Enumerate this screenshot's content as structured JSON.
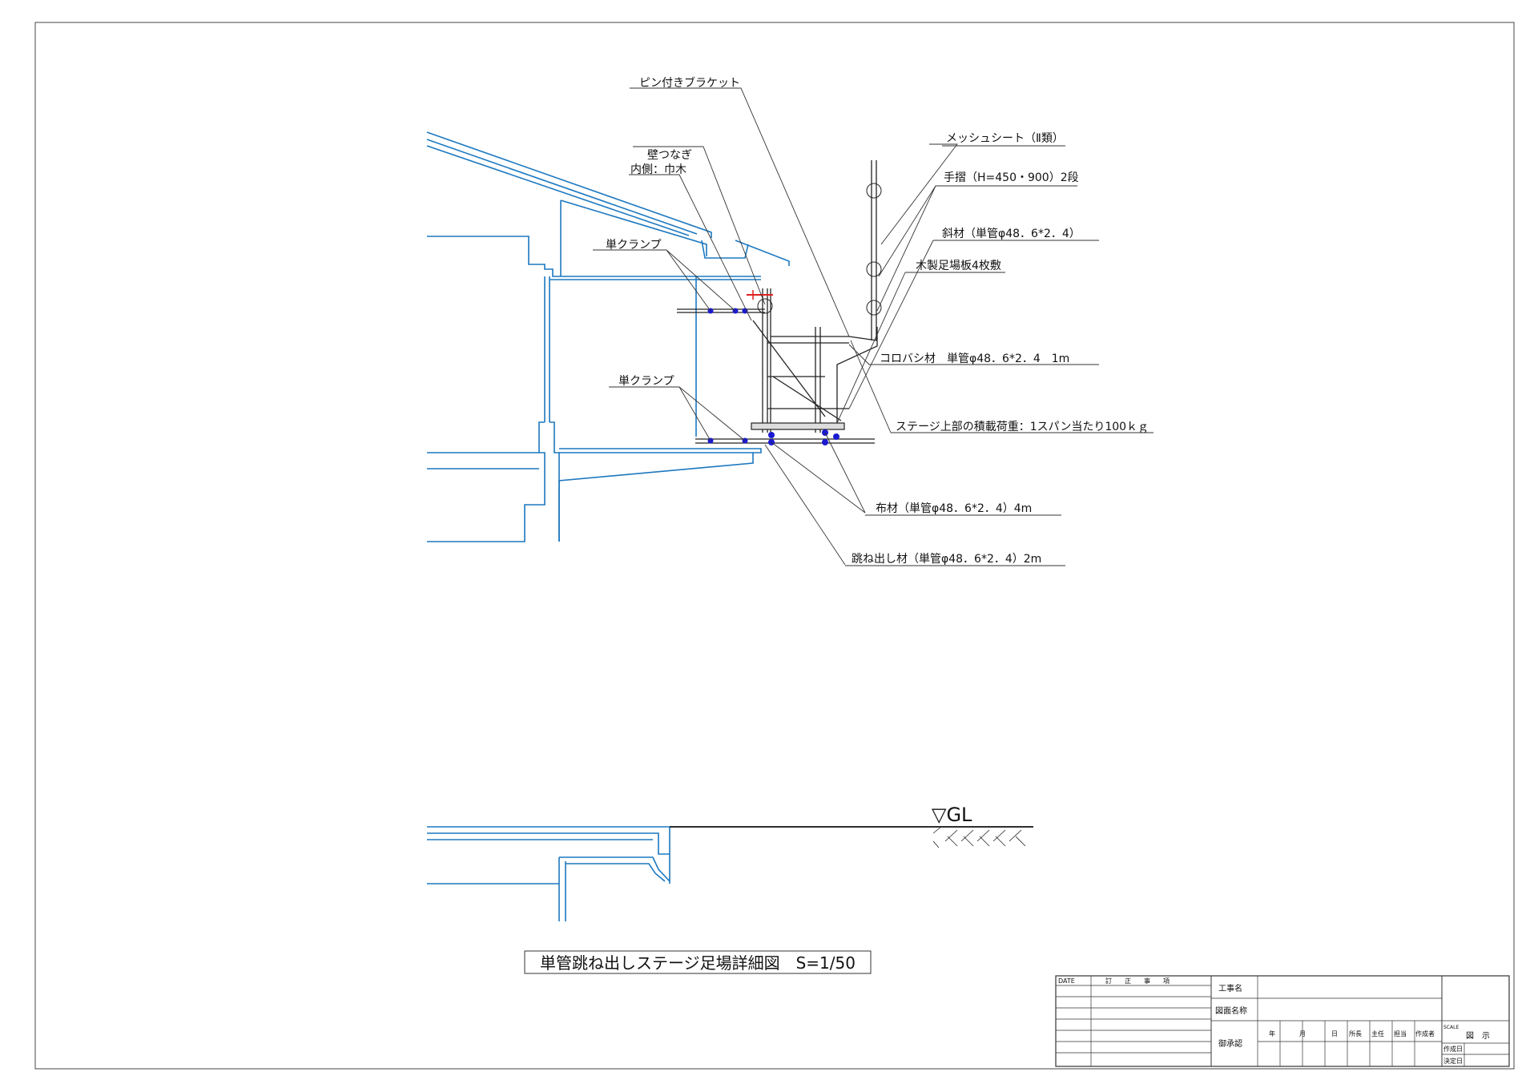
{
  "labels": {
    "pin_bracket": "ピン付きブラケット",
    "wall_tie": "壁つなぎ",
    "inner_skirting": "内側：巾木",
    "single_clamp_1": "単クランプ",
    "single_clamp_2": "単クランプ",
    "mesh_sheet": "メッシュシート（Ⅱ類）",
    "handrail": "手摺（H=450・900）2段",
    "diagonal": "斜材（単管φ48．6*2．4）",
    "wood_board": "木製足場板4枚敷",
    "korobashi": "コロバシ材　単管φ48．6*2．4　1m",
    "stage_load": "ステージ上部の積載荷重：1スパン当たり100ｋｇ",
    "nunozai": "布材（単管φ48．6*2．4）4m",
    "hanedashi": "跳ね出し材（単管φ48．6*2．4）2m"
  },
  "gl_label": "▽GL",
  "drawing_title": "単管跳ね出しステージ足場詳細図　S=1/50",
  "title_block": {
    "date_header": "DATE",
    "revision_header": "訂　　正　　事　　項",
    "project_name_label": "工事名",
    "drawing_name_label": "図面名称",
    "approval_label": "御承認",
    "year": "年",
    "month": "月",
    "day": "日",
    "director": "所長",
    "chief": "主任",
    "person_in_charge": "担当",
    "drafter": "作成者",
    "scale_label": "SCALE",
    "scale_value": "図　示",
    "created_date": "作成日",
    "decided_date": "決定日"
  },
  "colors": {
    "building": "#1c78c0",
    "clamp": "#1a1ad0",
    "wall_tie_marker": "#e02020",
    "line": "#222222"
  }
}
